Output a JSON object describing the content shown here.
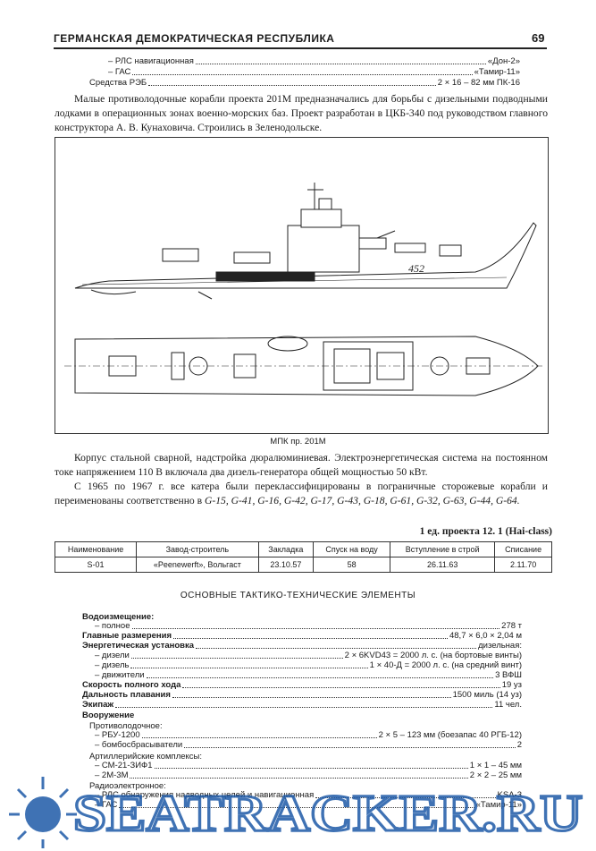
{
  "header": {
    "title": "ГЕРМАНСКАЯ ДЕМОКРАТИЧЕСКАЯ РЕСПУБЛИКА",
    "page": "69"
  },
  "top_specs": [
    {
      "label": "– РЛС навигационная",
      "value": "«Дон-2»"
    },
    {
      "label": "– ГАС",
      "value": "«Тамир-11»"
    },
    {
      "label": "Средства РЭБ",
      "value": "2 × 16 – 82 мм ПК-16"
    }
  ],
  "para1": "Малые противолодочные корабли проекта 201М предназначались для борьбы с дизельными подводными лодками в операционных зонах военно-морских баз. Проект разработан в ЦКБ-340 под руководством главного конструктора А. В. Кунаховича. Строились в Зеленодольске.",
  "figure": {
    "hull_number": "452",
    "caption": "МПК пр. 201М"
  },
  "para2": "Корпус стальной сварной, надстройка дюралюминиевая. Электроэнергетическая система на постоянном токе напряжением 110 В включала два дизель-генератора общей мощностью 50 кВт.",
  "para3_text": "С 1965 по 1967 г. все катера были переклассифицированы в пограничные сторожевые корабли и переименованы соответственно в ",
  "para3_names": "G-15, G-41, G-16, G-42, G-17, G-43, G-18, G-61, G-32, G-63, G-44, G-64.",
  "class_line": "1 ед. проекта 12. 1 (Hai-class)",
  "table": {
    "headers": [
      "Наименование",
      "Завод-строитель",
      "Закладка",
      "Спуск на воду",
      "Вступление в строй",
      "Списание"
    ],
    "rows": [
      [
        "S-01",
        "«Peenewerft», Вольгаст",
        "23.10.57",
        "58",
        "26.11.63",
        "2.11.70"
      ]
    ]
  },
  "ttx_title": "ОСНОВНЫЕ ТАКТИКО-ТЕХНИЧЕСКИЕ ЭЛЕМЕНТЫ",
  "ttx": {
    "displacement_head": "Водоизмещение:",
    "full_label": "– полное",
    "full_value": "278 т",
    "dims_label": "Главные размерения",
    "dims_value": "48,7 × 6,0 × 2,04 м",
    "power_label": "Энергетическая установка",
    "power_value": "дизельная:",
    "diesels_label": "– дизели",
    "diesels_value": "2 × 6KVD43 = 2000 л. с. (на бортовые винты)",
    "diesel_label": "– дизель",
    "diesel_value": "1 × 40-Д = 2000 л. с. (на средний винт)",
    "props_label": "– движители",
    "props_value": "3 ВФШ",
    "speed_label": "Скорость полного хода",
    "speed_value": "19 уз",
    "range_label": "Дальность плавания",
    "range_value": "1500 миль (14 уз)",
    "crew_label": "Экипаж",
    "crew_value": "11 чел.",
    "arm_head": "Вооружение",
    "asw_head": "Противолодочное:",
    "rbu_label": "– РБУ-1200",
    "rbu_value": "2 × 5 – 123 мм (боезапас 40 РГБ-12)",
    "bomb_label": "– бомбосбрасыватели",
    "bomb_value": "2",
    "art_head": "Артиллерийские комплексы:",
    "sm21_label": "– СМ-21-ЗИФ1",
    "sm21_value": "1 × 1 – 45 мм",
    "zm_label": "– 2М-3М",
    "zm_value": "2 × 2 – 25 мм",
    "radio_head": "Радиоэлектронное:",
    "rls_label": "– РЛС обнаружения надводных целей и навигационная",
    "rls_value": "KSA-3",
    "gas_label": "– ГАС",
    "gas_value": "«Тамир-11»"
  },
  "watermark": {
    "text": "SEATRACKER.RU",
    "color": "#1e5aa8"
  }
}
